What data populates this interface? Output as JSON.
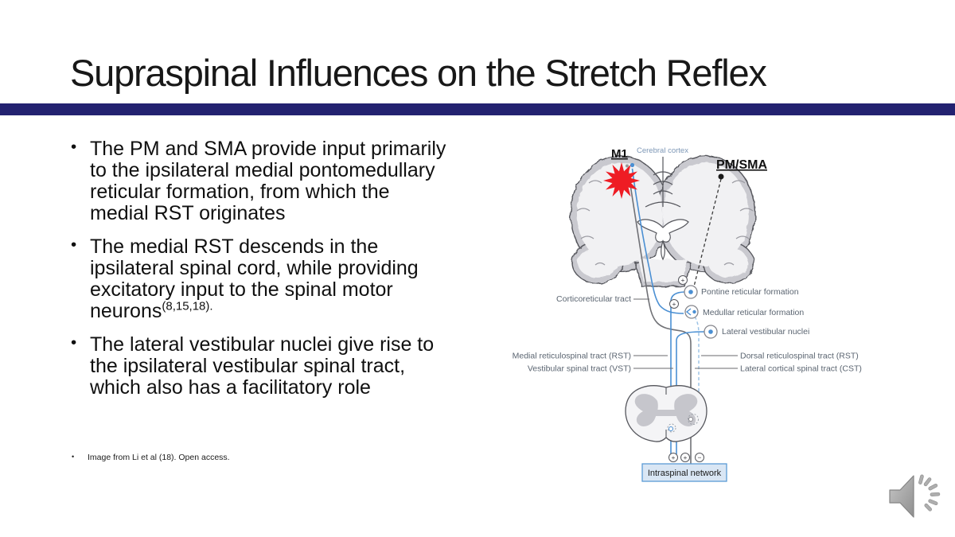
{
  "slide": {
    "title": "Supraspinal Influences on the Stretch Reflex",
    "accent_bar_color": "#232270",
    "bullets": [
      {
        "text": "The PM and SMA provide input primarily to the ipsilateral medial pontomedullary reticular formation, from which the medial RST originates",
        "superscript": ""
      },
      {
        "text": "The medial RST descends in the ipsilateral spinal cord, while providing excitatory input to the spinal motor neurons",
        "superscript": "(8,15,18)."
      },
      {
        "text": "The lateral vestibular nuclei give rise to the ipsilateral vestibular spinal tract, which also has a facilitatory role",
        "superscript": ""
      }
    ],
    "citation": "Image from Li et al (18). Open access."
  },
  "diagram": {
    "labels": {
      "m1": "M1",
      "cerebral_cortex": "Cerebral cortex",
      "pm_sma": "PM/SMA",
      "corticoreticular": "Corticoreticular tract",
      "pontine": "Pontine reticular formation",
      "medullar": "Medullar reticular formation",
      "lateral_vestibular": "Lateral vestibular nuclei",
      "medial_rst": "Medial reticulospinal tract (RST)",
      "vst": "Vestibular spinal tract (VST)",
      "dorsal_rst": "Dorsal reticulospinal tract (RST)",
      "lateral_cst": "Lateral cortical spinal tract (CST)",
      "intraspinal": "Intraspinal network",
      "plus_symbol": "+",
      "minus_symbol": "−"
    },
    "colors": {
      "tract_blue": "#4a8fd3",
      "tract_blue_light": "#9dc3e6",
      "line_gray": "#707176",
      "label_gray": "#5b6571",
      "cortex_label_blue": "#7d97b6",
      "lesion_red": "#ee1c24",
      "brain_fill": "#f1f1f3",
      "cortex_rim": "#c9c9cf",
      "box_fill": "#d9e6f4",
      "box_border": "#5b9bd5"
    },
    "icons": {
      "lesion": "lesion-starburst-icon",
      "audio": "speaker-icon"
    }
  }
}
